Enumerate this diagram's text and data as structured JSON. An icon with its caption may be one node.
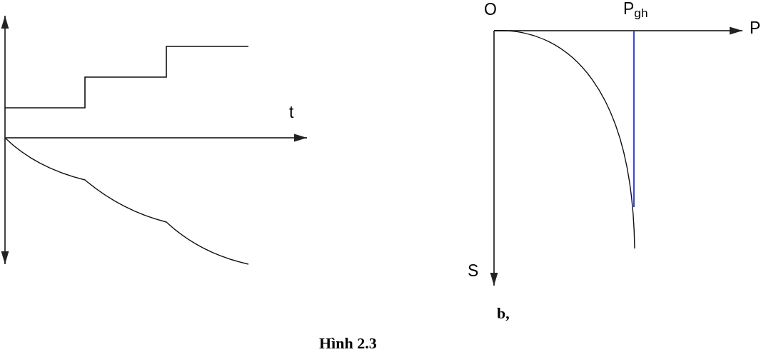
{
  "diagram": {
    "caption": "Hình 2.3",
    "labels": [
      "O",
      "P$_{gh}$",
      "P",
      "t",
      "S",
      "b,"
    ]
  }
}
